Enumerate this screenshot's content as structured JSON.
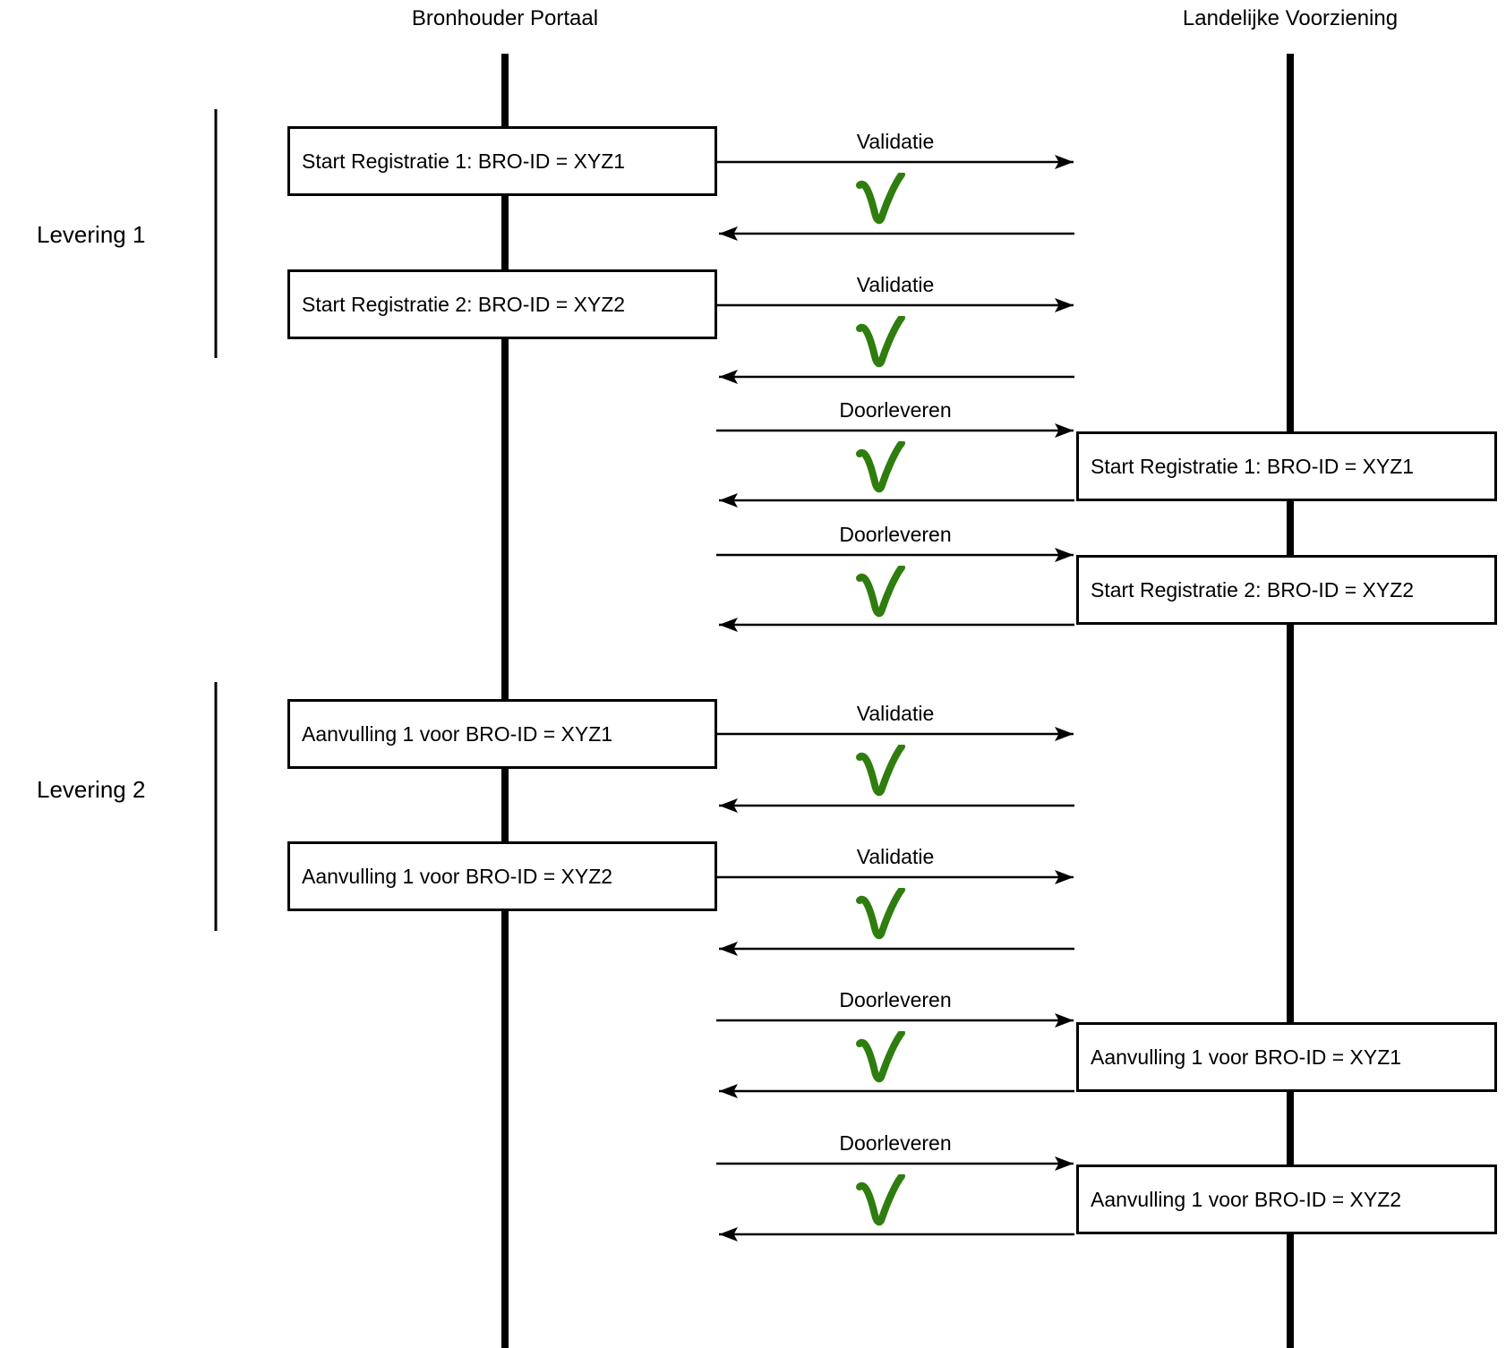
{
  "colors": {
    "line": "#000000",
    "check": "#2e7d0e",
    "box_border": "#000000",
    "box_fill": "#ffffff",
    "background": "#ffffff"
  },
  "lifelines": [
    {
      "id": "bronhouder-portaal",
      "label": "Bronhouder Portaal"
    },
    {
      "id": "landelijke-voorziening",
      "label": "Landelijke Voorziening"
    }
  ],
  "groups": [
    {
      "label": "Levering 1"
    },
    {
      "label": "Levering 2"
    }
  ],
  "boxes": {
    "left": [
      {
        "label": "Start Registratie 1: BRO-ID = XYZ1"
      },
      {
        "label": "Start Registratie 2: BRO-ID = XYZ2"
      },
      {
        "label": "Aanvulling 1 voor BRO-ID = XYZ1"
      },
      {
        "label": "Aanvulling 1 voor BRO-ID = XYZ2"
      }
    ],
    "right": [
      {
        "label": "Start Registratie 1: BRO-ID = XYZ1"
      },
      {
        "label": "Start Registratie 2: BRO-ID = XYZ2"
      },
      {
        "label": "Aanvulling 1 voor BRO-ID = XYZ1"
      },
      {
        "label": "Aanvulling 1 voor BRO-ID = XYZ2"
      }
    ]
  },
  "messages": [
    {
      "label": "Validatie",
      "result": "success"
    },
    {
      "label": "Validatie",
      "result": "success"
    },
    {
      "label": "Doorleveren",
      "result": "success"
    },
    {
      "label": "Doorleveren",
      "result": "success"
    },
    {
      "label": "Validatie",
      "result": "success"
    },
    {
      "label": "Validatie",
      "result": "success"
    },
    {
      "label": "Doorleveren",
      "result": "success"
    },
    {
      "label": "Doorleveren",
      "result": "success"
    }
  ]
}
